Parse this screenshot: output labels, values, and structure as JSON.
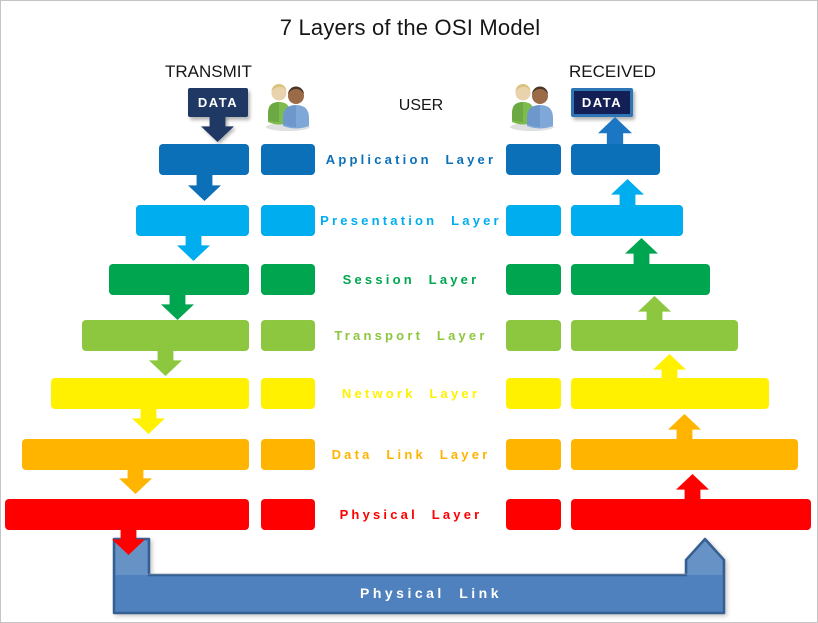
{
  "title": "7 Layers of the OSI Model",
  "header": {
    "transmit_label": "TRANSMIT",
    "received_label": "RECEIVED",
    "user_label": "USER",
    "data_left": "DATA",
    "data_right": "DATA"
  },
  "colors": {
    "navy": "#1F3864",
    "data_box_fill_right": "#141F56",
    "data_box_border": "#2E75B6",
    "received_arrow": "#1B76C4",
    "link_fill": "#4E81BD",
    "link_border": "#365F91",
    "link_text": "#FFFFFF"
  },
  "people_icon": {
    "back_shirt": "#7DBB4E",
    "back_shirt_dark": "#5E9A38",
    "back_skin": "#E9D3AC",
    "back_hair": "#D8C27E",
    "front_shirt": "#7FA8D9",
    "front_shirt_dark": "#5C86BC",
    "front_skin": "#9B6B48",
    "front_hair": "#4A3526"
  },
  "layers": [
    {
      "label": "Application Layer",
      "color": "#0B70B8"
    },
    {
      "label": "Presentation Layer",
      "color": "#00AEEF"
    },
    {
      "label": "Session Layer",
      "color": "#00A550"
    },
    {
      "label": "Transport Layer",
      "color": "#8DC63F"
    },
    {
      "label": "Network Layer",
      "color": "#FFF100"
    },
    {
      "label": "Data Link Layer",
      "color": "#FFB400"
    },
    {
      "label": "Physical Layer",
      "color": "#FF0000"
    }
  ],
  "physical_link": {
    "label": "Physical Link"
  }
}
